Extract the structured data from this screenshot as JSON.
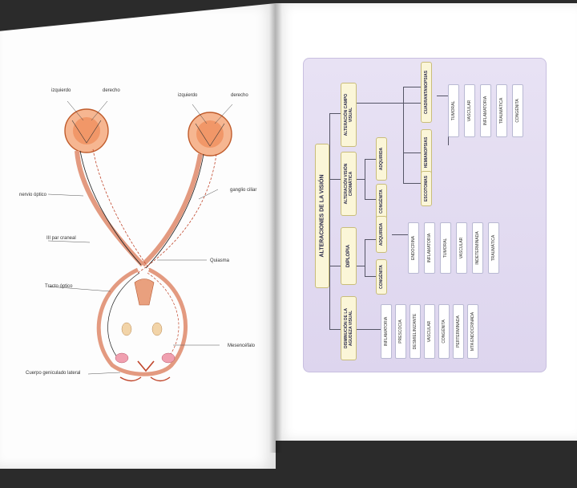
{
  "left_page": {
    "figure": {
      "labels": {
        "izquierdo_l": "izquierdo",
        "derecho_l": "derecho",
        "izquierdo_r": "izquierdo",
        "derecho_r": "derecho",
        "nervio_optico": "nervio óptico",
        "ganglio_ciliar": "ganglio ciliar",
        "iii_par": "III par craneal",
        "quiasma": "Quiasma",
        "tracto_optico": "Tracto óptico",
        "mesencefalo": "Mesencéfalo",
        "cuerpo_geniculado": "Cuerpo geniculado lateral"
      }
    }
  },
  "right_page": {
    "diagram": {
      "root": "ALTERACIONES DE LA VISIÓN",
      "branches": {
        "campo": "ALTERACIÓN CAMPO VISUAL",
        "cromatica": "ALTERACIÓN VISIÓN CROMÁTICA",
        "diplopia": "DIPLOPIA",
        "agudeza": "DISMINUCIÓN DE LA AGUDEZA VISUAL"
      },
      "campo_sub": {
        "cuadrantanopsias": "CUADRANTANOPSIAS",
        "hemianopsias": "HEMIANOPSIAS",
        "escotomas": "ESCOTOMAS"
      },
      "campo_leaves": [
        "TUMORAL",
        "VASCULAR",
        "INFLAMATORIA",
        "TRAUMÁTICA",
        "CONGÉNITA"
      ],
      "cromatica_sub": {
        "adquirida": "ADQUIRIDA",
        "congenita": "CONGÉNITA"
      },
      "diplopia_sub": {
        "adquirida": "ADQUIRIDA",
        "congenita": "CONGÉNITA"
      },
      "diplopia_leaves": [
        "ENDOCRINA",
        "INFLAMATORIA",
        "TUMORAL",
        "VASCULAR",
        "INDETERMINADA",
        "TRAUMÁTICA"
      ],
      "agudeza_leaves": [
        "INFLAMATORIA",
        "PRESCOCIA",
        "DESMIELINIZANTE",
        "VASCULAR",
        "CONGÉNITA",
        "PERTERMINADA",
        "MTA ENDOCRINADA"
      ]
    }
  }
}
